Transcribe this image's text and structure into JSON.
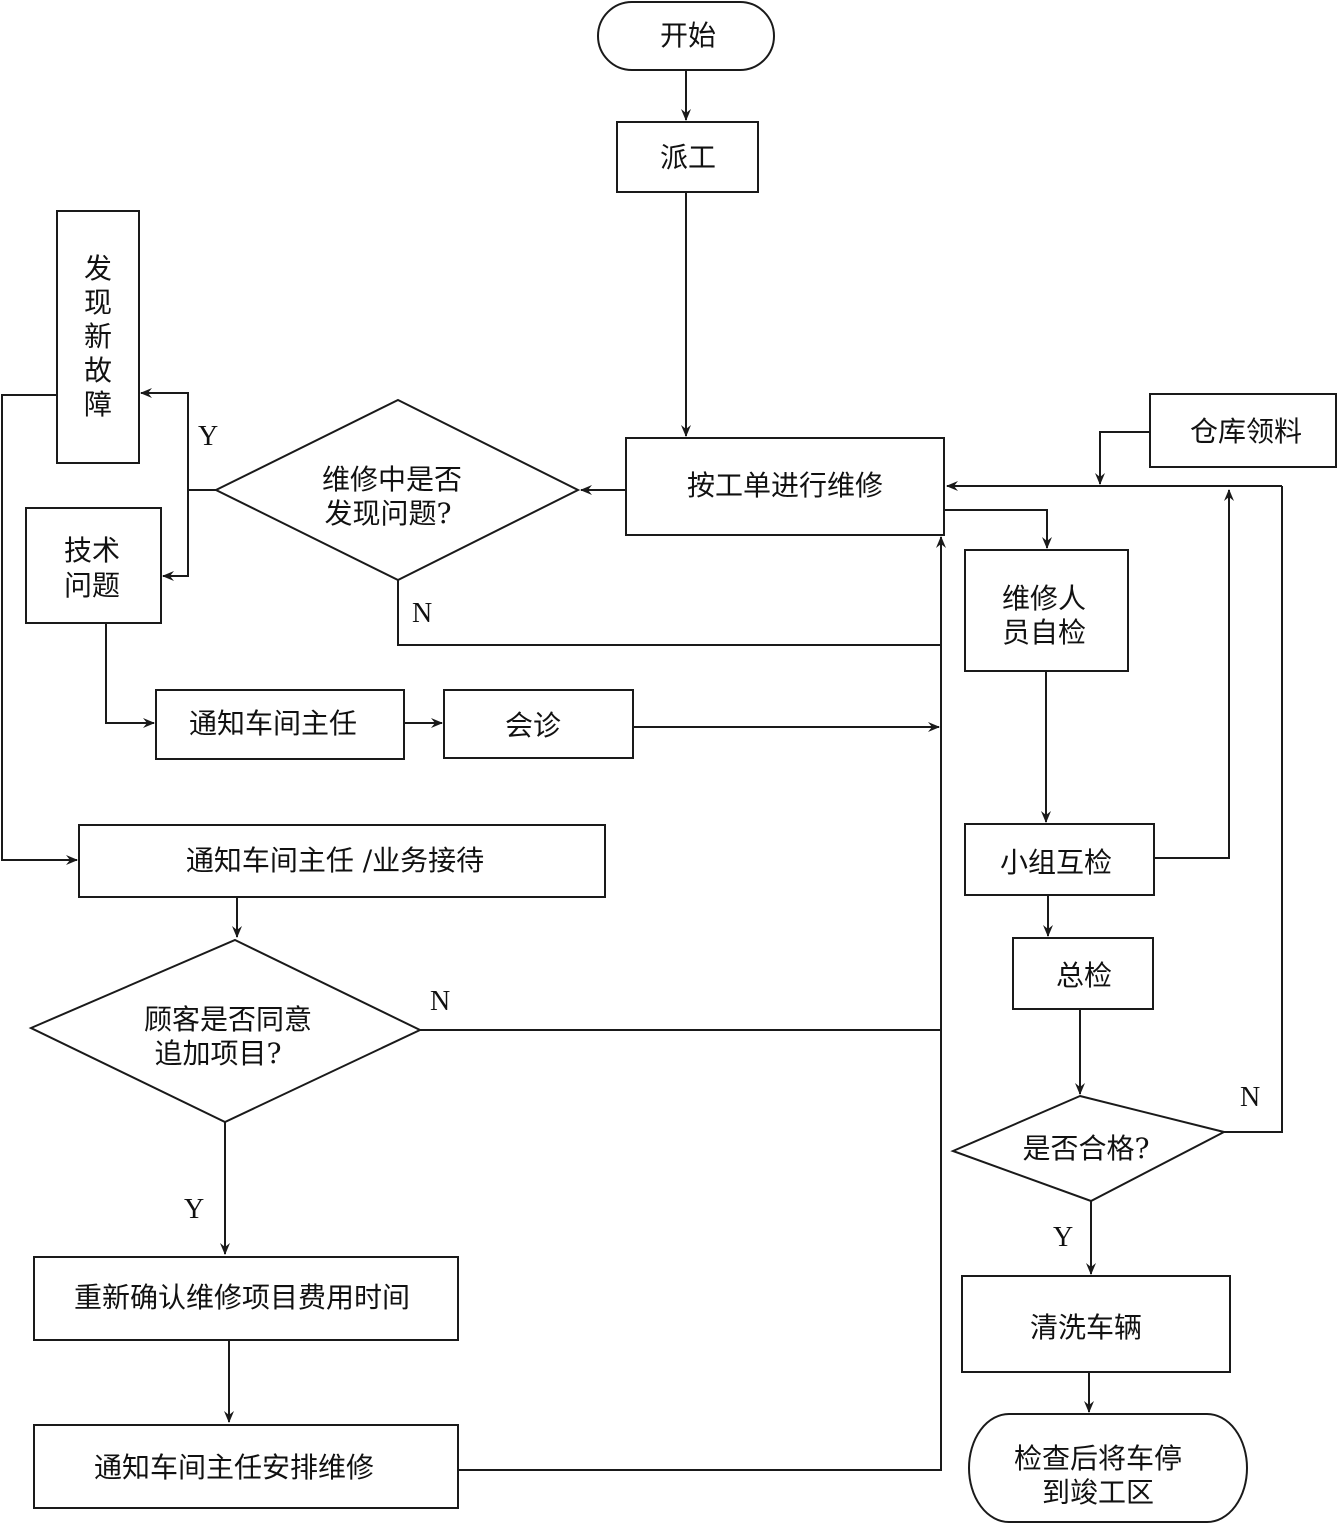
{
  "diagram": {
    "nodes": {
      "start": {
        "lines": [
          "开始"
        ],
        "shape": "terminal"
      },
      "dispatch": {
        "lines": [
          "派工"
        ],
        "shape": "process"
      },
      "repair_by_order": {
        "lines": [
          "按工单进行维修"
        ],
        "shape": "process"
      },
      "warehouse": {
        "lines": [
          "仓库领料"
        ],
        "shape": "process"
      },
      "issue_found": {
        "lines": [
          "维修中是否",
          "发现问题?"
        ],
        "shape": "decision"
      },
      "new_fault": {
        "lines": [
          "发",
          "现",
          "新",
          "故",
          "障"
        ],
        "shape": "process"
      },
      "tech_issue": {
        "lines": [
          "技术",
          "问题"
        ],
        "shape": "process"
      },
      "notify_director": {
        "lines": [
          "通知车间主任"
        ],
        "shape": "process"
      },
      "consult": {
        "lines": [
          "会诊"
        ],
        "shape": "process"
      },
      "notify_reception": {
        "lines": [
          "通知车间主任 /业务接待"
        ],
        "shape": "process"
      },
      "customer_agree": {
        "lines": [
          "顾客是否同意",
          "追加项目?"
        ],
        "shape": "decision"
      },
      "reconfirm": {
        "lines": [
          "重新确认维修项目费用时间"
        ],
        "shape": "process"
      },
      "notify_arrange": {
        "lines": [
          "通知车间主任安排维修"
        ],
        "shape": "process"
      },
      "self_check": {
        "lines": [
          "维修人",
          "员自检"
        ],
        "shape": "process"
      },
      "group_check": {
        "lines": [
          "小组互检"
        ],
        "shape": "process"
      },
      "final_check": {
        "lines": [
          "总检"
        ],
        "shape": "process"
      },
      "qualified": {
        "lines": [
          "是否合格?"
        ],
        "shape": "decision"
      },
      "wash": {
        "lines": [
          "清洗车辆"
        ],
        "shape": "process"
      },
      "park": {
        "lines": [
          "检查后将车停",
          "到竣工区"
        ],
        "shape": "terminal"
      }
    },
    "edge_labels": {
      "issue_yes": "Y",
      "issue_no": "N",
      "customer_no": "N",
      "customer_yes": "Y",
      "qualified_no": "N",
      "qualified_yes": "Y"
    },
    "edges": [
      {
        "from": "start",
        "to": "dispatch"
      },
      {
        "from": "dispatch",
        "to": "repair_by_order"
      },
      {
        "from": "repair_by_order",
        "to": "issue_found"
      },
      {
        "from": "issue_found",
        "to": "new_fault",
        "label": "Y"
      },
      {
        "from": "issue_found",
        "to": "tech_issue",
        "label": "Y"
      },
      {
        "from": "issue_found",
        "to": "repair_by_order",
        "label": "N"
      },
      {
        "from": "tech_issue",
        "to": "notify_director"
      },
      {
        "from": "notify_director",
        "to": "consult"
      },
      {
        "from": "consult",
        "to": "repair_by_order"
      },
      {
        "from": "new_fault",
        "to": "notify_reception"
      },
      {
        "from": "notify_reception",
        "to": "customer_agree"
      },
      {
        "from": "customer_agree",
        "to": "repair_by_order",
        "label": "N"
      },
      {
        "from": "customer_agree",
        "to": "reconfirm",
        "label": "Y"
      },
      {
        "from": "reconfirm",
        "to": "notify_arrange"
      },
      {
        "from": "notify_arrange",
        "to": "repair_by_order"
      },
      {
        "from": "warehouse",
        "to": "repair_by_order"
      },
      {
        "from": "repair_by_order",
        "to": "self_check"
      },
      {
        "from": "self_check",
        "to": "group_check"
      },
      {
        "from": "group_check",
        "to": "repair_by_order"
      },
      {
        "from": "group_check",
        "to": "final_check"
      },
      {
        "from": "final_check",
        "to": "qualified"
      },
      {
        "from": "qualified",
        "to": "repair_by_order",
        "label": "N"
      },
      {
        "from": "qualified",
        "to": "wash",
        "label": "Y"
      },
      {
        "from": "wash",
        "to": "park"
      }
    ]
  }
}
